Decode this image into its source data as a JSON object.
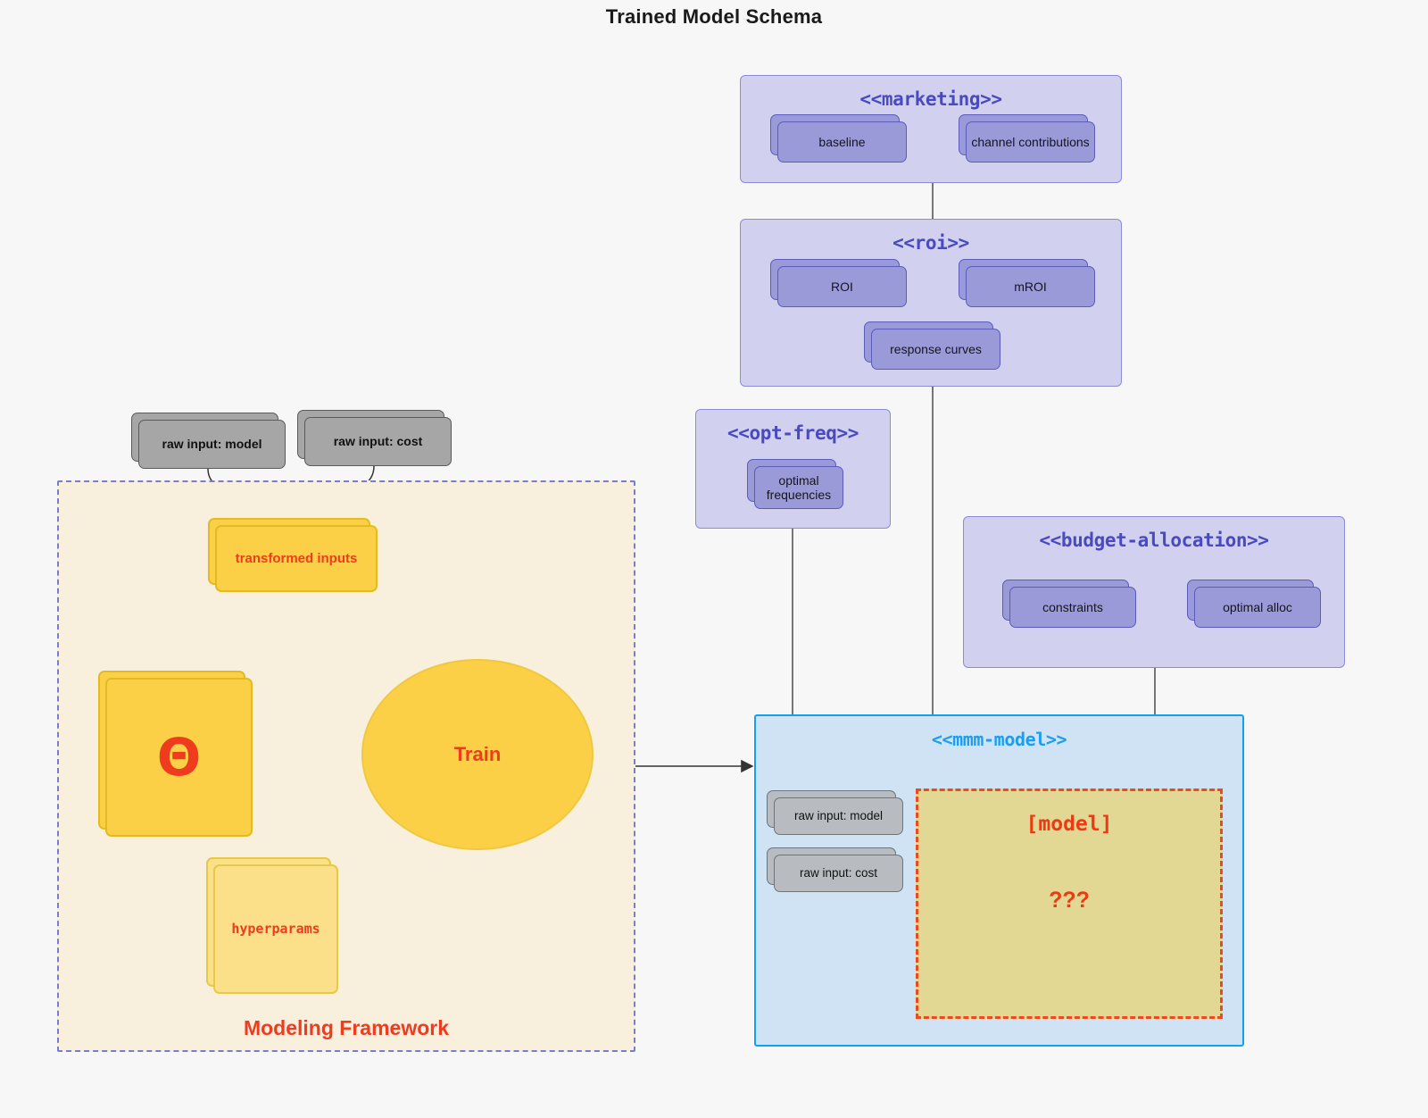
{
  "title": "Trained Model Schema",
  "colors": {
    "package_fill": "#d1d1ef",
    "package_stroke": "#8b8bd6",
    "package_title": "#4a4ac0",
    "node_purple": "#9a9ad8",
    "node_grey": "#a6a6a6",
    "node_yellow": "#fbd046",
    "accent_red": "#ef3b1e",
    "mmm_fill": "#cfe3f5",
    "mmm_stroke": "#12a0f5",
    "model_fill": "#e2d894",
    "framework_fill": "#f8f0dd",
    "framework_stroke": "#7b7bd0",
    "canvas_bg": "#f7f7f8"
  },
  "packages": {
    "marketing": {
      "title": "<<marketing>>",
      "nodes": [
        {
          "label": "baseline"
        },
        {
          "label": "channel contributions"
        }
      ]
    },
    "roi": {
      "title": "<<roi>>",
      "nodes": [
        {
          "label": "ROI"
        },
        {
          "label": "mROI"
        },
        {
          "label": "response curves"
        }
      ]
    },
    "opt_freq": {
      "title": "<<opt-freq>>",
      "nodes": [
        {
          "label": "optimal frequencies"
        }
      ]
    },
    "budget_allocation": {
      "title": "<<budget-allocation>>",
      "nodes": [
        {
          "label": "constraints"
        },
        {
          "label": "optimal alloc"
        }
      ]
    },
    "mmm_model": {
      "title": "<<mmm-model>>",
      "inputs": [
        {
          "label": "raw input: model"
        },
        {
          "label": "raw input: cost"
        }
      ],
      "model_box": {
        "title": "[model]",
        "question": "???"
      }
    }
  },
  "framework": {
    "label": "Modeling Framework",
    "raw_inputs": [
      {
        "label": "raw input: model"
      },
      {
        "label": "raw input: cost"
      }
    ],
    "transformed_inputs": {
      "label": "transformed inputs"
    },
    "theta": {
      "label": "Θ"
    },
    "hyperparams": {
      "label": "hyperparams"
    },
    "train": {
      "label": "Train"
    }
  }
}
